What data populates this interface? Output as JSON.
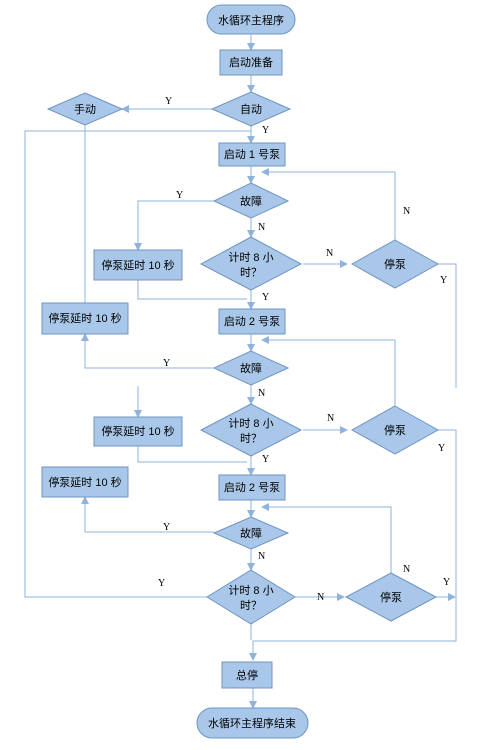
{
  "nodes": {
    "start": "水循环主程序",
    "prep": "启动准备",
    "auto": "自动",
    "manual": "手动",
    "pump1": "启动 1 号泵",
    "fault1": "故障",
    "delay1": "停泵延时 10 秒",
    "timer1_line1": "计时 8 小",
    "timer1_line2": "时？",
    "stop1": "停泵",
    "delay_left1": "停泵延时 10 秒",
    "pump2a": "启动 2 号泵",
    "fault2": "故障",
    "delay2": "停泵延时 10 秒",
    "timer2_line1": "计时 8 小",
    "timer2_line2": "时？",
    "stop2": "停泵",
    "delay_left2": "停泵延时 10 秒",
    "pump2b": "启动 2 号泵",
    "fault3": "故障",
    "timer3_line1": "计时 8 小",
    "timer3_line2": "时？",
    "stop3": "停泵",
    "allstop": "总停",
    "end": "水循环主程序结束"
  },
  "labels": {
    "yes": "Y",
    "no": "N"
  }
}
